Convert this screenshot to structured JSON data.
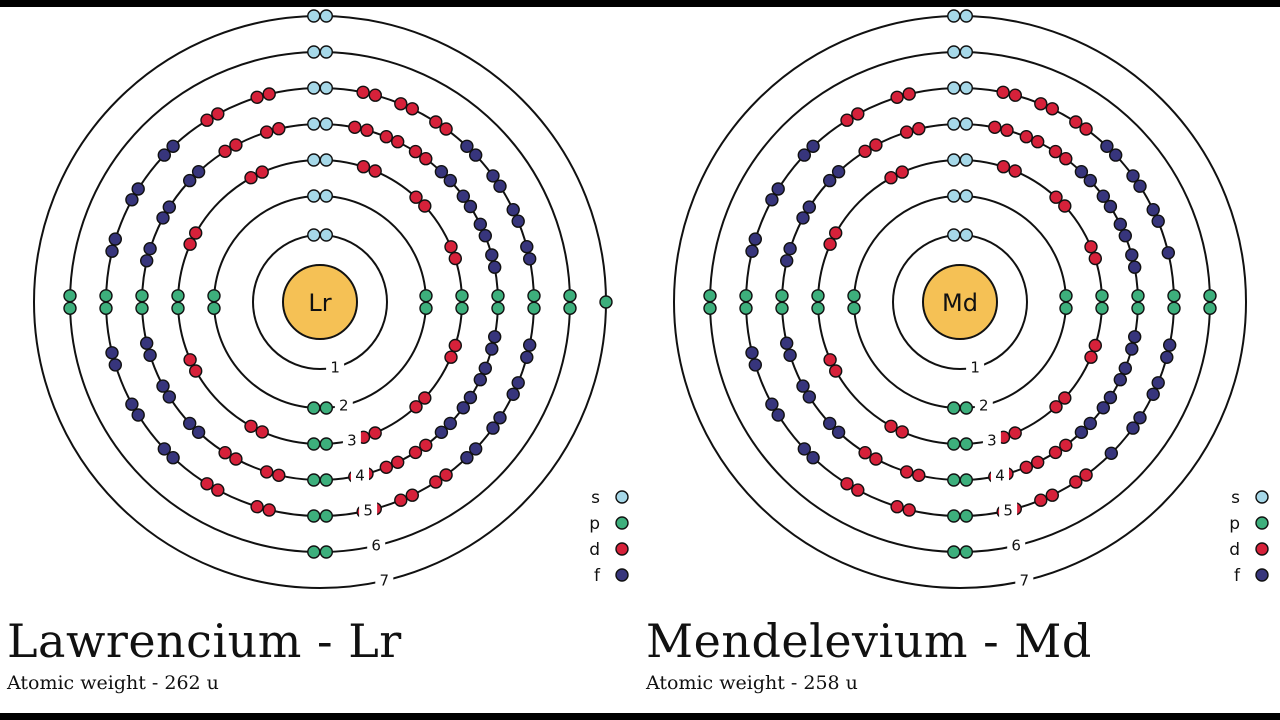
{
  "colors": {
    "s": "#a6d8e8",
    "p": "#3daf7c",
    "d": "#d6213a",
    "f": "#37357c",
    "nucleus": "#f5c155",
    "ring": "#111111"
  },
  "legend": [
    {
      "key": "s",
      "label": "s"
    },
    {
      "key": "p",
      "label": "p"
    },
    {
      "key": "d",
      "label": "d"
    },
    {
      "key": "f",
      "label": "f"
    }
  ],
  "atoms": [
    {
      "element": "Lawrencium",
      "symbol": "Lr",
      "title": "Lawrencium - Lr",
      "weight_text": "Atomic weight - 262 u",
      "shells": [
        {
          "label": "1",
          "s": 2,
          "p": 0,
          "d": 0,
          "f": 0
        },
        {
          "label": "2",
          "s": 2,
          "p": 6,
          "d": 0,
          "f": 0
        },
        {
          "label": "3",
          "s": 2,
          "p": 6,
          "d": 10,
          "f": 0
        },
        {
          "label": "4",
          "s": 2,
          "p": 6,
          "d": 10,
          "f": 14
        },
        {
          "label": "5",
          "s": 2,
          "p": 6,
          "d": 10,
          "f": 14
        },
        {
          "label": "6",
          "s": 2,
          "p": 6,
          "d": 0,
          "f": 0
        },
        {
          "label": "7",
          "s": 2,
          "p": 1,
          "d": 0,
          "f": 0
        }
      ]
    },
    {
      "element": "Mendelevium",
      "symbol": "Md",
      "title": "Mendelevium - Md",
      "weight_text": "Atomic weight - 258 u",
      "shells": [
        {
          "label": "1",
          "s": 2,
          "p": 0,
          "d": 0,
          "f": 0
        },
        {
          "label": "2",
          "s": 2,
          "p": 6,
          "d": 0,
          "f": 0
        },
        {
          "label": "3",
          "s": 2,
          "p": 6,
          "d": 10,
          "f": 0
        },
        {
          "label": "4",
          "s": 2,
          "p": 6,
          "d": 10,
          "f": 14
        },
        {
          "label": "5",
          "s": 2,
          "p": 6,
          "d": 10,
          "f": 13
        },
        {
          "label": "6",
          "s": 2,
          "p": 6,
          "d": 0,
          "f": 0
        },
        {
          "label": "7",
          "s": 2,
          "p": 0,
          "d": 0,
          "f": 0
        }
      ]
    }
  ]
}
